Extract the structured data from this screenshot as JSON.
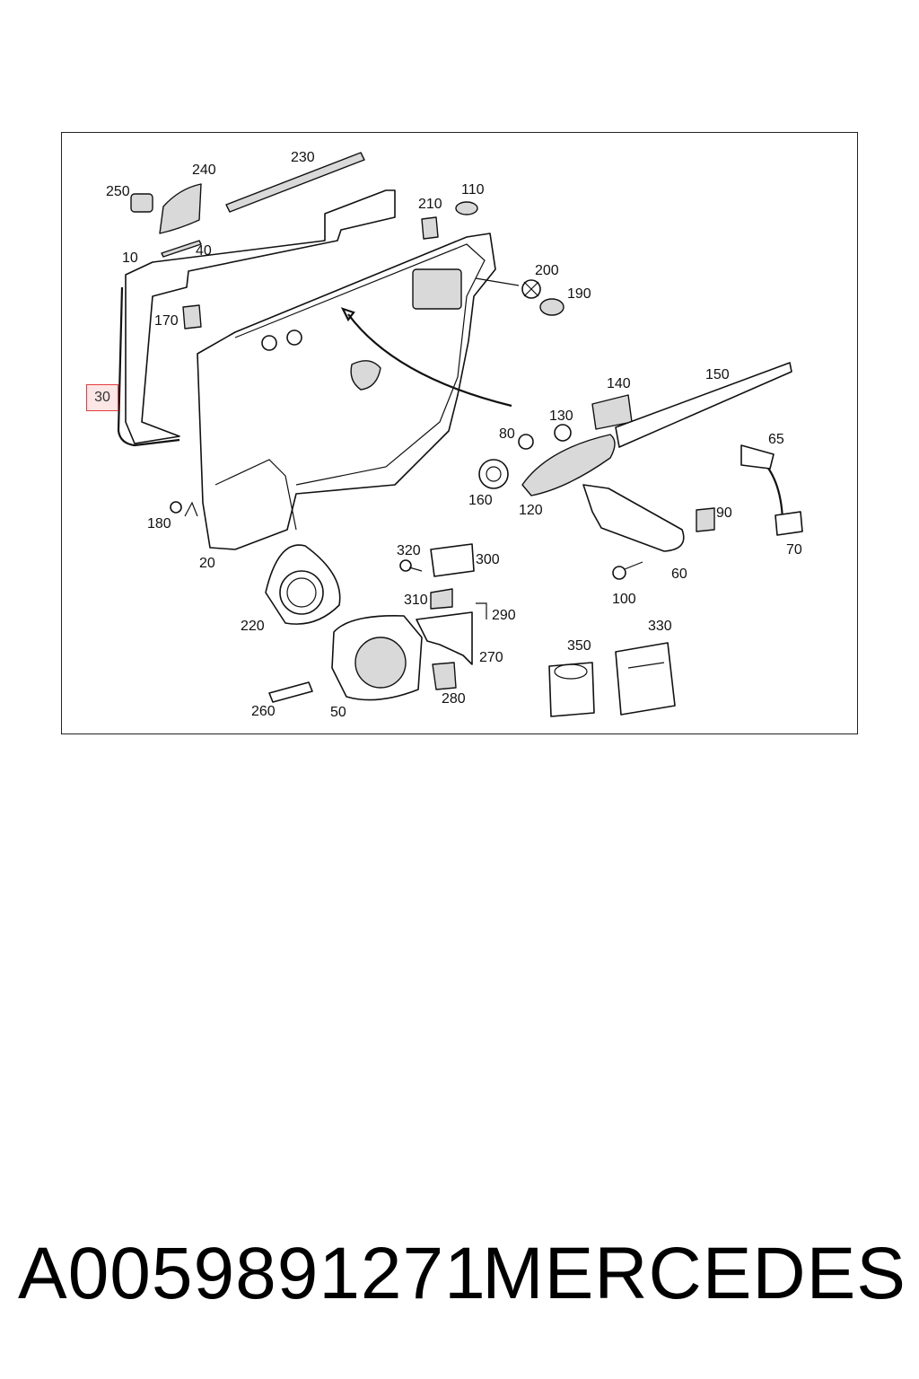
{
  "diagram": {
    "part_labels": [
      "230",
      "240",
      "250",
      "210",
      "110",
      "10",
      "40",
      "200",
      "190",
      "170",
      "140",
      "150",
      "130",
      "80",
      "65",
      "160",
      "120",
      "90",
      "180",
      "20",
      "320",
      "300",
      "60",
      "70",
      "100",
      "310",
      "290",
      "220",
      "270",
      "350",
      "330",
      "280",
      "260",
      "50"
    ],
    "highlighted_label": "30"
  },
  "footer": {
    "part_number": "A0059891271",
    "brand": "MERCEDES"
  }
}
